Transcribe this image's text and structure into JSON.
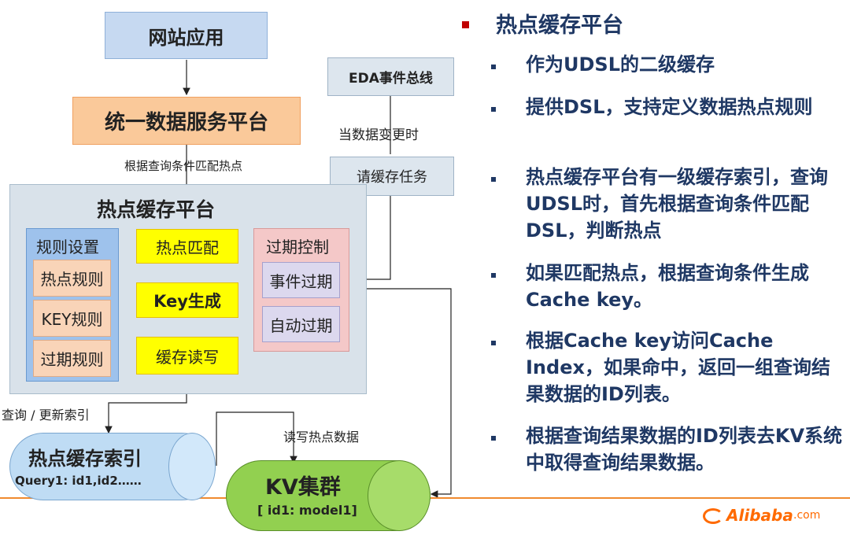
{
  "diagram": {
    "website_app": "网站应用",
    "unified_service": "统一数据服务平台",
    "match_label": "根据查询条件匹配热点",
    "eda_bus": "EDA事件总线",
    "on_change_label": "当数据变更时",
    "cache_task": "请缓存任务",
    "platform_title": "热点缓存平台",
    "rules_title": "规则设置",
    "rule_hot": "热点规则",
    "rule_key": "KEY规则",
    "rule_expire": "过期规则",
    "hot_match": "热点匹配",
    "key_gen": "Key生成",
    "cache_rw": "缓存读写",
    "expire_title": "过期控制",
    "event_expire": "事件过期",
    "auto_expire": "自动过期",
    "query_update_label": "查询 / 更新索引",
    "rw_hot_label": "读写热点数据",
    "index_title": "热点缓存索引",
    "index_sub": "Query1: id1,id2……",
    "kv_title": "KV集群",
    "kv_sub": "[ id1: model1]"
  },
  "content": {
    "heading": "热点缓存平台",
    "bullets": [
      "作为UDSL的二级缓存",
      "提供DSL，支持定义数据热点规则",
      "热点缓存平台有一级缓存索引，查询UDSL时，首先根据查询条件匹配DSL，判断热点",
      "如果匹配热点，根据查询条件生成Cache key。",
      "根据Cache key访问Cache Index，如果命中，返回一组查询结果数据的ID列表。",
      "根据查询结果数据的ID列表去KV系统中取得查询结果数据。"
    ]
  },
  "footer": {
    "logo_text": "Alibaba",
    "logo_suffix": ".com"
  },
  "colors": {
    "accent": "#1f3864",
    "brand": "#ff6a00",
    "bullet_marker": "#c00000"
  }
}
